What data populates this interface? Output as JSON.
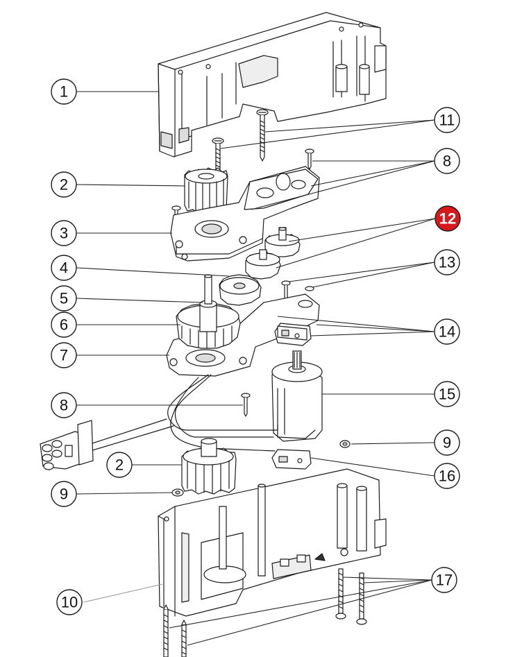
{
  "colors": {
    "line": "#1a1a1a",
    "fill": "#ffffff",
    "shade": "#dcdcdc",
    "highlight_fill": "#d7191c",
    "highlight_text": "#ffffff"
  },
  "callouts": [
    {
      "id": "c1",
      "label": "1"
    },
    {
      "id": "c11",
      "label": "11"
    },
    {
      "id": "c8a",
      "label": "8"
    },
    {
      "id": "c2a",
      "label": "2"
    },
    {
      "id": "c12",
      "label": "12",
      "highlight": true
    },
    {
      "id": "c3",
      "label": "3"
    },
    {
      "id": "c4",
      "label": "4"
    },
    {
      "id": "c13",
      "label": "13"
    },
    {
      "id": "c5",
      "label": "5"
    },
    {
      "id": "c6",
      "label": "6"
    },
    {
      "id": "c14",
      "label": "14"
    },
    {
      "id": "c7",
      "label": "7"
    },
    {
      "id": "c15",
      "label": "15"
    },
    {
      "id": "c8b",
      "label": "8"
    },
    {
      "id": "c9a",
      "label": "9"
    },
    {
      "id": "c2b",
      "label": "2"
    },
    {
      "id": "c16",
      "label": "16"
    },
    {
      "id": "c9b",
      "label": "9"
    },
    {
      "id": "c17",
      "label": "17"
    },
    {
      "id": "c10",
      "label": "10"
    }
  ]
}
